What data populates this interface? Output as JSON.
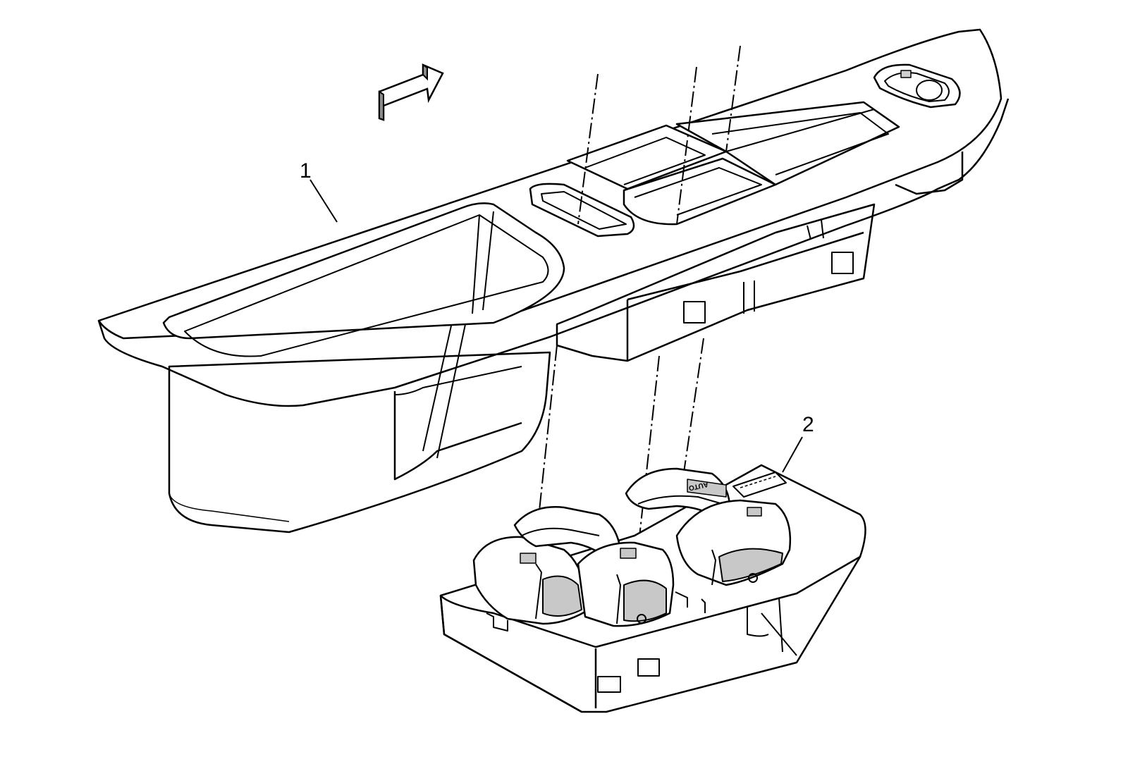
{
  "callouts": [
    {
      "id": "1",
      "label": "1"
    },
    {
      "id": "2",
      "label": "2"
    }
  ],
  "switch_marking": "AUTO",
  "colors": {
    "line": "#000000",
    "fill": "#ffffff",
    "shade": "#d9d9d9",
    "dark_shade": "#b3b3b3"
  }
}
